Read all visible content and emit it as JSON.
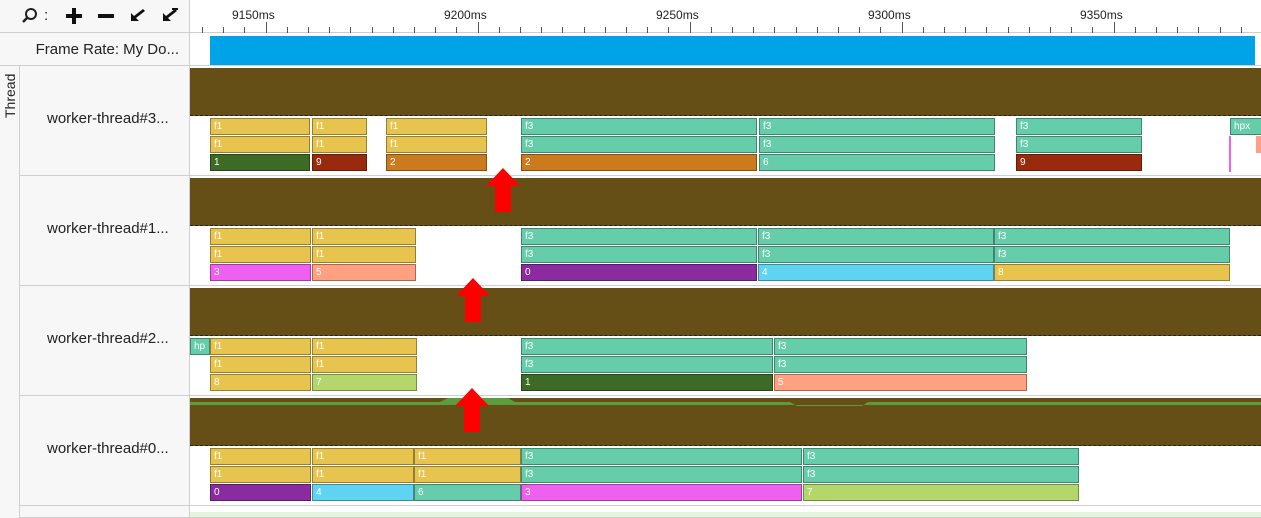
{
  "toolbar": {
    "search_icon": "search-icon",
    "separator": ":",
    "zoom_in_icon": "plus-icon",
    "zoom_out_icon": "minus-icon",
    "undo_icon": "back-arrow-icon",
    "reset_icon": "reset-zoom-icon"
  },
  "ruler": {
    "ticks": [
      "9150ms",
      "9200ms",
      "9250ms",
      "9300ms",
      "9350ms"
    ]
  },
  "frame_rate": {
    "label": "Frame Rate: My Do...",
    "color": "#00a2e8"
  },
  "group": {
    "label": "Thread"
  },
  "threads": [
    {
      "label": "worker-thread#3...",
      "busy_level": 1.0,
      "slices": [
        {
          "text": "f1",
          "color": "#e6c44d"
        },
        {
          "text": "f1",
          "color": "#e6c44d"
        },
        {
          "text": "1",
          "color": "#3d6b25"
        },
        {
          "text": "f1",
          "color": "#e6c44d"
        },
        {
          "text": "f1",
          "color": "#e6c44d"
        },
        {
          "text": "9",
          "color": "#9a2a0d"
        },
        {
          "text": "f1",
          "color": "#e6c44d"
        },
        {
          "text": "f1",
          "color": "#e6c44d"
        },
        {
          "text": "2",
          "color": "#cc7a1e"
        },
        {
          "text": "f3",
          "color": "#66cdaa"
        },
        {
          "text": "f3",
          "color": "#66cdaa"
        },
        {
          "text": "2",
          "color": "#cc7a1e"
        },
        {
          "text": "f3",
          "color": "#66cdaa"
        },
        {
          "text": "f3",
          "color": "#66cdaa"
        },
        {
          "text": "6",
          "color": "#66cdaa"
        },
        {
          "text": "f3",
          "color": "#66cdaa"
        },
        {
          "text": "f3",
          "color": "#66cdaa"
        },
        {
          "text": "9",
          "color": "#9a2a0d"
        },
        {
          "text": "hpx",
          "color": "#66cdaa"
        }
      ]
    },
    {
      "label": "worker-thread#1...",
      "busy_level": 1.0,
      "slices": [
        {
          "text": "f1",
          "color": "#e6c44d"
        },
        {
          "text": "f1",
          "color": "#e6c44d"
        },
        {
          "text": "3",
          "color": "#f060f0"
        },
        {
          "text": "f1",
          "color": "#e6c44d"
        },
        {
          "text": "f1",
          "color": "#e6c44d"
        },
        {
          "text": "5",
          "color": "#ffa080"
        },
        {
          "text": "f3",
          "color": "#66cdaa"
        },
        {
          "text": "f3",
          "color": "#66cdaa"
        },
        {
          "text": "0",
          "color": "#8a2ca0"
        },
        {
          "text": "f3",
          "color": "#66cdaa"
        },
        {
          "text": "f3",
          "color": "#66cdaa"
        },
        {
          "text": "4",
          "color": "#5fd3f2"
        },
        {
          "text": "f3",
          "color": "#66cdaa"
        },
        {
          "text": "f3",
          "color": "#66cdaa"
        },
        {
          "text": "8",
          "color": "#e6c44d"
        }
      ]
    },
    {
      "label": "worker-thread#2...",
      "busy_level": 1.0,
      "slices": [
        {
          "text": "hp",
          "color": "#66cdaa"
        },
        {
          "text": "f1",
          "color": "#e6c44d"
        },
        {
          "text": "f1",
          "color": "#e6c44d"
        },
        {
          "text": "8",
          "color": "#e6c44d"
        },
        {
          "text": "f1",
          "color": "#e6c44d"
        },
        {
          "text": "f1",
          "color": "#e6c44d"
        },
        {
          "text": "7",
          "color": "#b4d66a"
        },
        {
          "text": "f3",
          "color": "#66cdaa"
        },
        {
          "text": "f3",
          "color": "#66cdaa"
        },
        {
          "text": "1",
          "color": "#3d6b25"
        },
        {
          "text": "f3",
          "color": "#66cdaa"
        },
        {
          "text": "f3",
          "color": "#66cdaa"
        },
        {
          "text": "5",
          "color": "#ffa080"
        }
      ]
    },
    {
      "label": "worker-thread#0...",
      "busy_level": 0.96,
      "slices": [
        {
          "text": "f1",
          "color": "#e6c44d"
        },
        {
          "text": "f1",
          "color": "#e6c44d"
        },
        {
          "text": "0",
          "color": "#8a2ca0"
        },
        {
          "text": "f1",
          "color": "#e6c44d"
        },
        {
          "text": "f1",
          "color": "#e6c44d"
        },
        {
          "text": "4",
          "color": "#5fd3f2"
        },
        {
          "text": "f1",
          "color": "#e6c44d"
        },
        {
          "text": "f1",
          "color": "#e6c44d"
        },
        {
          "text": "6",
          "color": "#66cdaa"
        },
        {
          "text": "f3",
          "color": "#66cdaa"
        },
        {
          "text": "f3",
          "color": "#66cdaa"
        },
        {
          "text": "3",
          "color": "#f060f0"
        },
        {
          "text": "f3",
          "color": "#66cdaa"
        },
        {
          "text": "f3",
          "color": "#66cdaa"
        },
        {
          "text": "7",
          "color": "#b4d66a"
        }
      ]
    }
  ],
  "colors": {
    "busy": "#654f17",
    "idle_green": "#5a9e3c",
    "annotation_arrow": "#ff0000"
  }
}
